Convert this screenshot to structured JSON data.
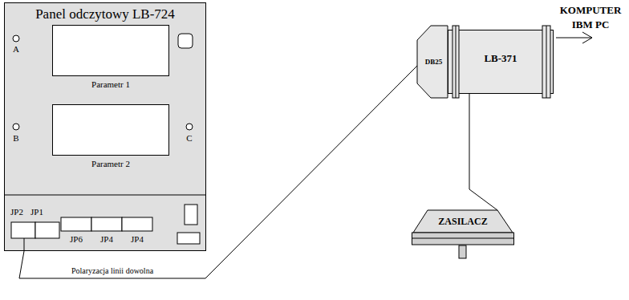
{
  "diagram": {
    "nodes": [
      {
        "text": [
          "Panel odczytowy LB-724"
        ]
      },
      {
        "text": [
          "Parametr 1"
        ],
        "in": 0
      },
      {
        "text": [
          "Parametr 2"
        ],
        "in": 0
      },
      {
        "text": [
          "DB25"
        ]
      },
      {
        "text": [
          "LB-371"
        ]
      },
      {
        "text": [
          "ZASILACZ"
        ]
      }
    ],
    "edges": [
      {
        "from": 0,
        "to": 3,
        "arrow": "none",
        "label": "Polaryzacja linii dowolna"
      },
      {
        "from": 4,
        "to": 5,
        "arrow": "none"
      }
    ],
    "labels": [
      "A",
      "B",
      "C",
      "JP2",
      "JP1",
      "JP6",
      "JP4",
      "JP4",
      "KOMPUTER IBM PC"
    ]
  }
}
